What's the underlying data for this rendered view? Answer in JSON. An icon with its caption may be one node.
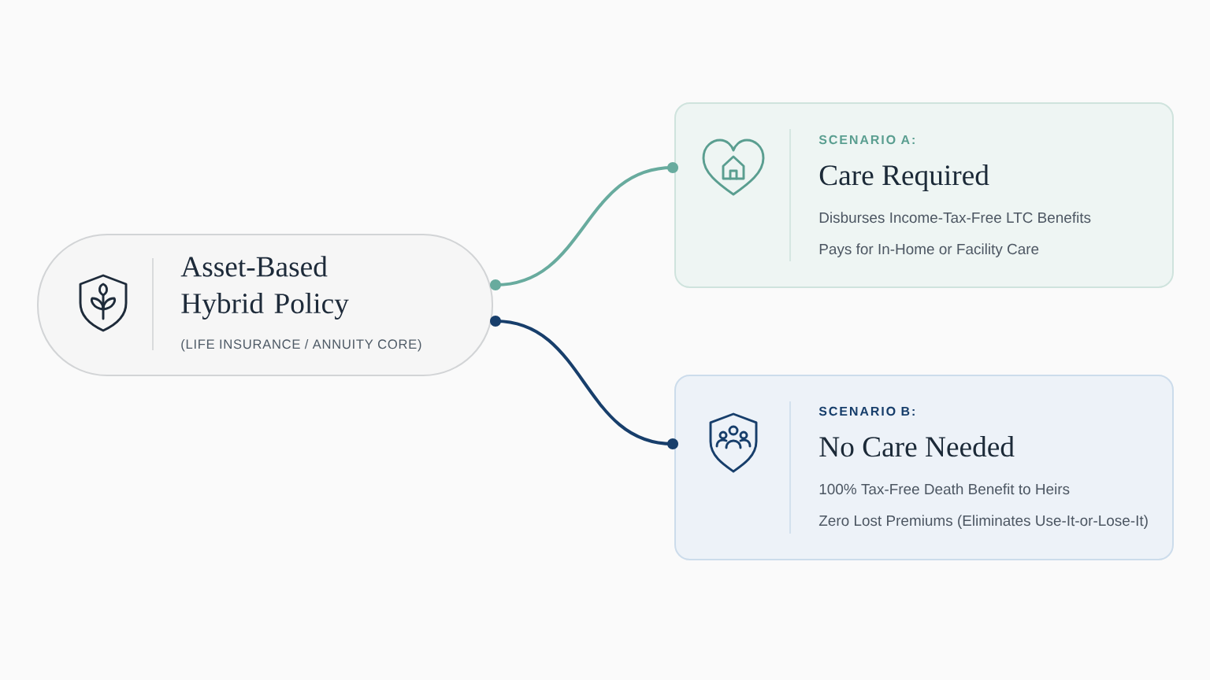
{
  "diagram": {
    "nodes": [
      {
        "text": [
          "Asset-Based Hybrid Policy",
          "(LIFE INSURANCE / ANNUITY CORE)"
        ]
      },
      {
        "text": [
          "SCENARIO A:",
          "Care Required",
          "Disburses Income-Tax-Free LTC Benefits",
          "Pays for In-Home or Facility Care"
        ]
      },
      {
        "text": [
          "SCENARIO B:",
          "No Care Needed",
          "100% Tax-Free Death Benefit to Heirs",
          "Zero Lost Premiums (Eliminates Use-It-or-Lose-It)"
        ]
      }
    ],
    "edges": [
      {
        "from": 0,
        "to": 1,
        "arrow": "other",
        "color": "#68ab9e"
      },
      {
        "from": 0,
        "to": 2,
        "arrow": "other",
        "color": "#173e6b"
      }
    ]
  }
}
